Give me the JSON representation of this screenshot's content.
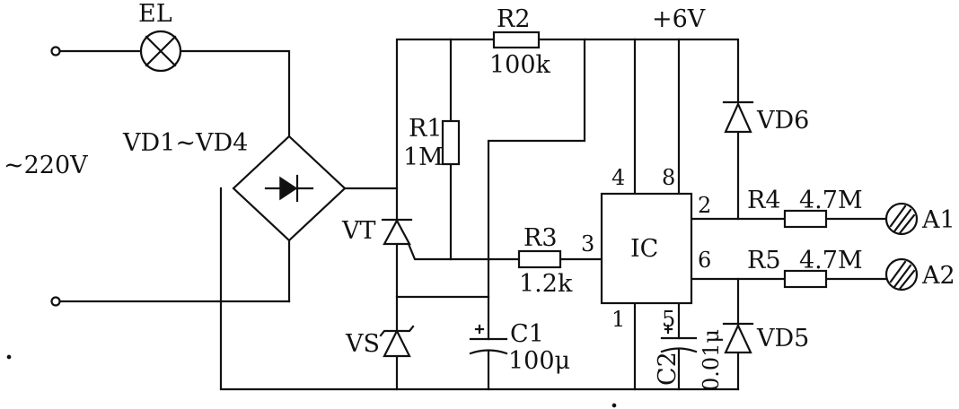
{
  "supply": {
    "ac_label": "~220V",
    "dc_label": "+6V"
  },
  "components": {
    "lamp": "EL",
    "bridge": "VD1~VD4",
    "thyristor": "VT",
    "zener": "VS",
    "ic": "IC",
    "r1": {
      "name": "R1",
      "value": "1M"
    },
    "r2": {
      "name": "R2",
      "value": "100k"
    },
    "r3": {
      "name": "R3",
      "value": "1.2k"
    },
    "r4": {
      "name": "R4",
      "value": "4.7M"
    },
    "r5": {
      "name": "R5",
      "value": "4.7M"
    },
    "c1": {
      "name": "C1",
      "value": "100μ"
    },
    "c2": {
      "name": "C2",
      "value": "0.01μ"
    },
    "vd5": "VD5",
    "vd6": "VD6",
    "a1": "A1",
    "a2": "A2"
  },
  "ic_pins": {
    "p4": "4",
    "p8": "8",
    "p3": "3",
    "p2": "2",
    "p6": "6",
    "p1": "1",
    "p5": "5"
  }
}
